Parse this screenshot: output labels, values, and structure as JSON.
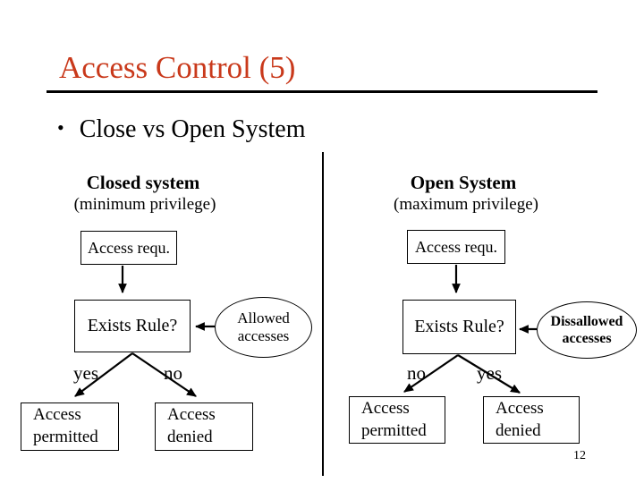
{
  "slide": {
    "title": "Access Control (5)",
    "bullet_glyph": "•",
    "bullet_text": "Close vs Open System",
    "page_number": "12"
  },
  "colors": {
    "title": "#c9391b",
    "text": "#000000",
    "background": "#ffffff",
    "lines": "#000000"
  },
  "closed_system": {
    "heading": "Closed system",
    "subheading": "(minimum privilege)",
    "request_box": "Access requ.",
    "decision_box": "Exists Rule?",
    "rule_store": {
      "line1": "Allowed",
      "line2": "accesses"
    },
    "branch_left_label": "yes",
    "branch_right_label": "no",
    "outcome_left": {
      "line1": "Access",
      "line2": "permitted"
    },
    "outcome_right": {
      "line1": "Access",
      "line2": "denied"
    }
  },
  "open_system": {
    "heading": "Open System",
    "subheading": "(maximum privilege)",
    "request_box": "Access requ.",
    "decision_box": "Exists Rule?",
    "rule_store": {
      "line1": "Dissallowed",
      "line2": "accesses"
    },
    "branch_left_label": "no",
    "branch_right_label": "yes",
    "outcome_left": {
      "line1": "Access",
      "line2": "permitted"
    },
    "outcome_right": {
      "line1": "Access",
      "line2": "denied"
    }
  }
}
